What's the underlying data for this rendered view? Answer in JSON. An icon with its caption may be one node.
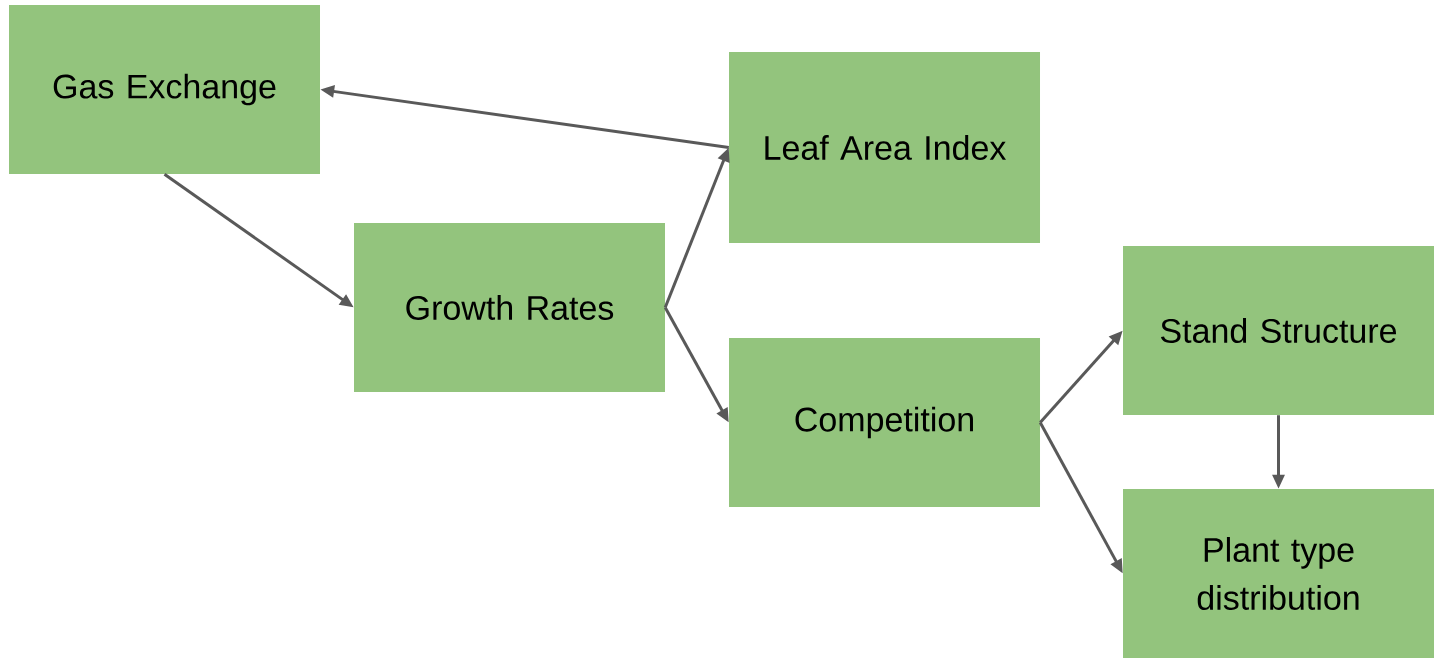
{
  "diagram": {
    "nodes": [
      {
        "text": [
          "Gas Exchange"
        ]
      },
      {
        "text": [
          "Leaf Area Index"
        ]
      },
      {
        "text": [
          "Growth Rates"
        ]
      },
      {
        "text": [
          "Competition"
        ]
      },
      {
        "text": [
          "Stand Structure"
        ]
      },
      {
        "text": [
          "Plant type distribution"
        ]
      }
    ],
    "edges": [
      {
        "from": 1,
        "to": 0,
        "arrow": "to"
      },
      {
        "from": 0,
        "to": 2,
        "arrow": "to"
      },
      {
        "from": 2,
        "to": 1,
        "arrow": "to"
      },
      {
        "from": 2,
        "to": 3,
        "arrow": "to"
      },
      {
        "from": 3,
        "to": 4,
        "arrow": "to"
      },
      {
        "from": 3,
        "to": 5,
        "arrow": "to"
      },
      {
        "from": 4,
        "to": 5,
        "arrow": "to"
      }
    ]
  }
}
